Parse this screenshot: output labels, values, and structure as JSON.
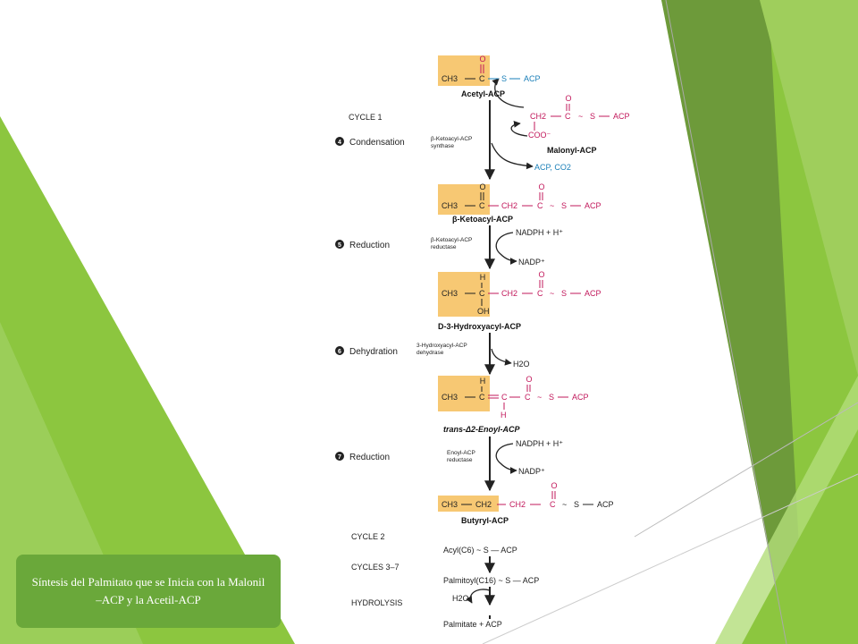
{
  "colors": {
    "accent_green": "#6aa83a",
    "highlight": "#f7c873",
    "red": "#c2185b",
    "blue": "#1a7fb8"
  },
  "caption": {
    "text": "Síntesis del Palmitato que se Inicia con la Malonil –ACP y la Acetil-ACP"
  },
  "diagram": {
    "cycle1": "CYCLE 1",
    "steps": {
      "s4": {
        "num": "4",
        "label": "Condensation",
        "enzyme1": "β-Ketoacyl-ACP",
        "enzyme2": "synthase"
      },
      "s5": {
        "num": "5",
        "label": "Reduction",
        "enzyme1": "β-Ketoacyl-ACP",
        "enzyme2": "reductase"
      },
      "s6": {
        "num": "6",
        "label": "Dehydration",
        "enzyme1": "3-Hydroxyacyl-ACP",
        "enzyme2": "dehydrase"
      },
      "s7": {
        "num": "7",
        "label": "Reduction",
        "enzyme1": "Enoyl-ACP",
        "enzyme2": "reductase"
      }
    },
    "molecules": {
      "acetyl": "Acetyl-ACP",
      "malonyl": "Malonyl-ACP",
      "ketoacyl": "β-Ketoacyl-ACP",
      "hydroxyacyl": "D-3-Hydroxyacyl-ACP",
      "enoyl": "trans-Δ2-Enoyl-ACP",
      "butyryl": "Butyryl-ACP"
    },
    "atoms": {
      "ch3": "CH3",
      "ch2": "CH2",
      "c": "C",
      "o": "O",
      "s": "S",
      "acp": "ACP",
      "h": "H",
      "oh": "OH",
      "coo": "COO⁻",
      "acp_co2": "ACP, CO2",
      "tilde": "~"
    },
    "cofactors": {
      "nadph": "NADPH + H⁺",
      "nadp": "NADP⁺",
      "h2o": "H2O"
    },
    "later": {
      "cycle2": "CYCLE 2",
      "cycle2_product": "Acyl(C6) ~ S — ACP",
      "cycles37": "CYCLES 3–7",
      "cycles37_product": "Palmitoyl(C16) ~ S — ACP",
      "hydrolysis": "HYDROLYSIS",
      "hydrolysis_water": "H2O",
      "final_product": "Palmitate + ACP"
    }
  }
}
